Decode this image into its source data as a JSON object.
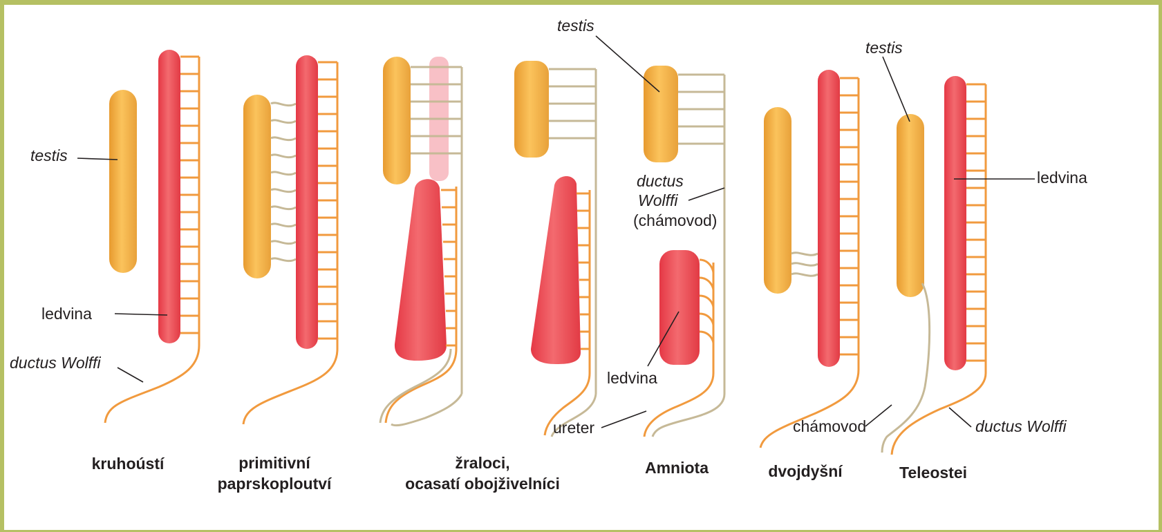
{
  "colors": {
    "border": "#b5c063",
    "testis": "#f2b347",
    "kidney": "#ef4b55",
    "tubule_orange": "#f19a3e",
    "tubule_grey": "#c6b997",
    "ghost_kidney": "#f8c0c6"
  },
  "labels": {
    "testis_1": "testis",
    "ledvina_1": "ledvina",
    "ductus_1": "ductus Wolffi",
    "testis_am": "testis",
    "ductus_am_1": "ductus",
    "ductus_am_2": "Wolffi",
    "chamovod_am": "(chámovod)",
    "ledvina_am": "ledvina",
    "ureter": "ureter",
    "testis_tel": "testis",
    "ledvina_tel": "ledvina",
    "chamovod_tel": "chámovod",
    "ductus_tel": "ductus Wolffi"
  },
  "groups": {
    "g1": "kruhoústí",
    "g2_line1": "primitivní",
    "g2_line2": "paprskoploutví",
    "g3_line1": "žraloci,",
    "g3_line2": "ocasatí obojživelníci",
    "g4": "Amniota",
    "g5": "dvojdyšní",
    "g6": "Teleostei"
  }
}
